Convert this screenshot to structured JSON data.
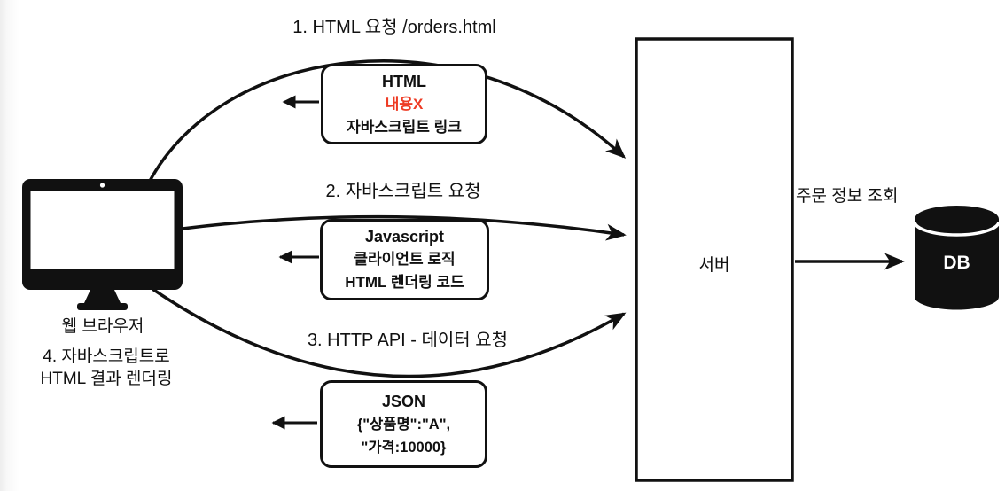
{
  "colors": {
    "ink": "#111111",
    "accent_red": "#ee3b24",
    "box_bg": "#ffffff",
    "db_fill": "#111111",
    "db_text": "#ffffff"
  },
  "flows": [
    {
      "step_label": "1. HTML 요청 /orders.html",
      "box_lines": [
        "HTML",
        "내용X",
        "자바스크립트 링크"
      ]
    },
    {
      "step_label": "2. 자바스크립트 요청",
      "box_lines": [
        "Javascript",
        "클라이언트 로직",
        "HTML 렌더링 코드"
      ]
    },
    {
      "step_label": "3. HTTP API -  데이터 요청",
      "box_lines": [
        "JSON",
        "{\"상품명\":\"A\",",
        "\"가격:10000}"
      ]
    }
  ],
  "browser": {
    "label": "웹 브라우저",
    "note_lines": [
      "4. 자바스크립트로",
      "HTML 결과 렌더링"
    ]
  },
  "server": {
    "label": "서버"
  },
  "database": {
    "label": "DB",
    "query_label": "주문 정보 조회"
  },
  "icons": {
    "browser": "monitor-icon",
    "database": "database-cylinder-icon",
    "arrowheads": "stealth-arrowhead",
    "response_arrows": "left-triangle-arrow"
  }
}
